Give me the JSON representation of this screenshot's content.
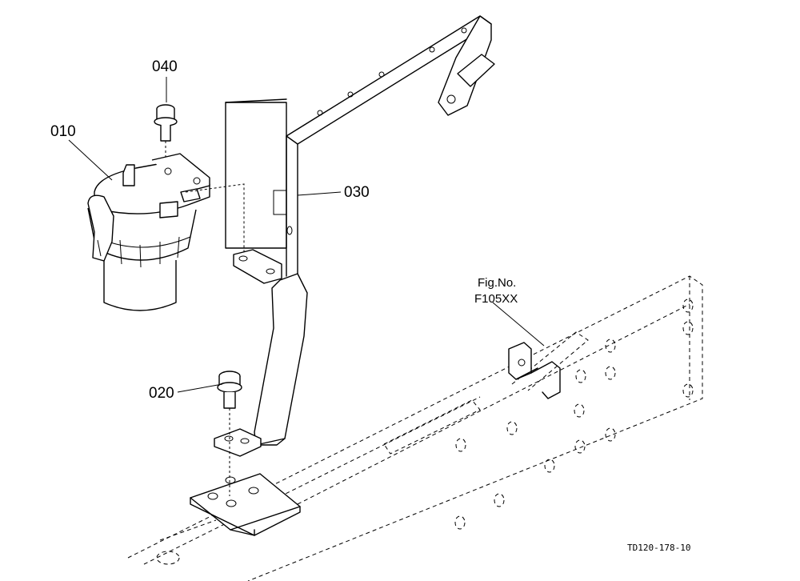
{
  "callouts": {
    "p010": "010",
    "p020": "020",
    "p030": "030",
    "p040": "040"
  },
  "fig_ref": {
    "line1": "Fig.No.",
    "line2": "F105XX"
  },
  "drawing_code": "TD120-178-10",
  "line_color": "#000000",
  "background_color": "#ffffff"
}
